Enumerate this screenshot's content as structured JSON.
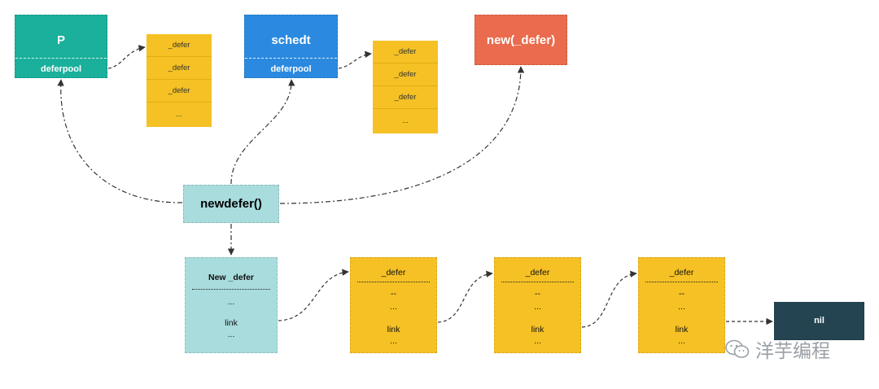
{
  "p_box": {
    "title": "P",
    "field": "deferpool"
  },
  "schedt_box": {
    "title": "schedt",
    "field": "deferpool"
  },
  "alloc_box": {
    "title": "new(_defer)"
  },
  "pool_p": [
    "_defer",
    "_defer",
    "_defer",
    "..."
  ],
  "pool_schedt": [
    "_defer",
    "_defer",
    "_defer",
    "..."
  ],
  "newdefer_box": {
    "title": "newdefer()"
  },
  "chain": [
    {
      "header": "New  _defer",
      "divider": "--------------------------------",
      "body1": "...",
      "link": "link",
      "tail": "..."
    },
    {
      "header": "_defer",
      "divider": "------------------------------",
      "body1": "--",
      "body2": "...",
      "link": "link",
      "tail": "..."
    },
    {
      "header": "_defer",
      "divider": "------------------------------",
      "body1": "--",
      "body2": "...",
      "link": "link",
      "tail": "..."
    },
    {
      "header": "_defer",
      "divider": "------------------------------",
      "body1": "--",
      "body2": "...",
      "link": "link",
      "tail": "..."
    }
  ],
  "nil_box": {
    "title": "nil"
  },
  "watermark": {
    "text": "洋芋编程",
    "icon": "wechat-icon"
  },
  "colors": {
    "teal": "#1ab09b",
    "blue": "#2b8ae0",
    "orange": "#ea6b4d",
    "yellow": "#f5c124",
    "light_teal": "#a8dcdd",
    "dark": "#254451"
  }
}
